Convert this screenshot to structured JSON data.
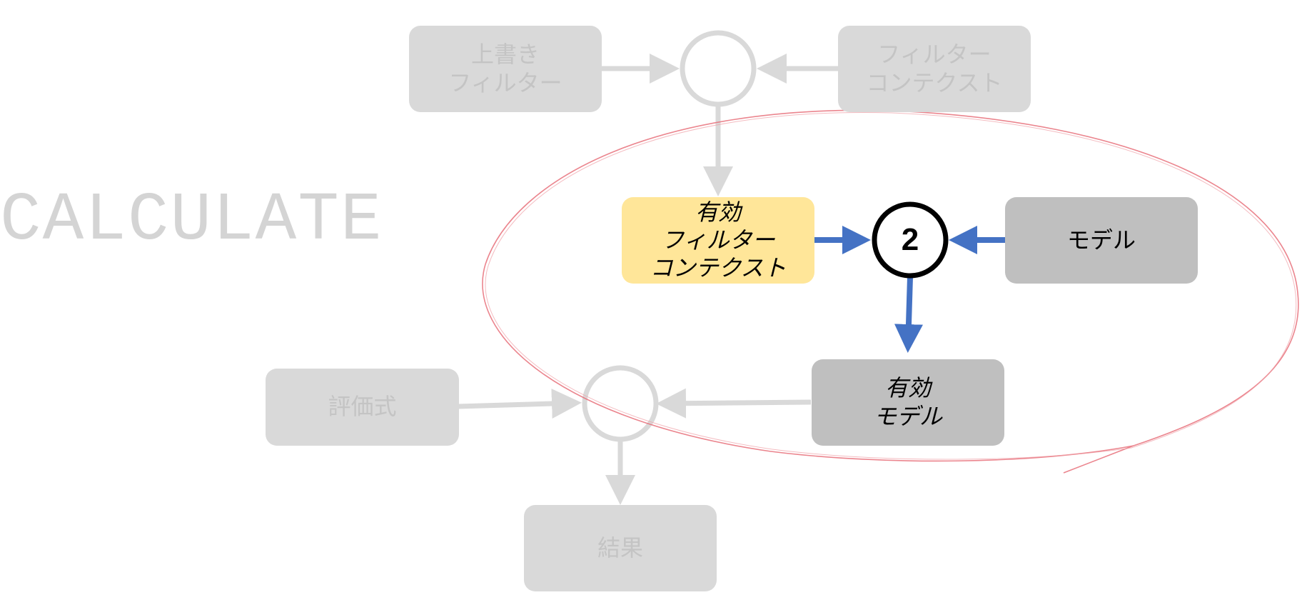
{
  "title": "CALCULATE",
  "step_number": "2",
  "boxes": {
    "override_filter": "上書き\nフィルター",
    "filter_context": "フィルター\nコンテクスト",
    "effective_filter_context": "有効\nフィルター\nコンテクスト",
    "model": "モデル",
    "effective_model": "有効\nモデル",
    "expression": "評価式",
    "result": "結果"
  },
  "colors": {
    "faded_box": "#d9d9d9",
    "faded_text": "#c4c4c4",
    "active_box": "#bfbfbf",
    "highlight_box": "#ffe699",
    "arrow_active": "#4472c4",
    "arrow_faded": "#d9d9d9",
    "ellipse": "#e8707a"
  }
}
